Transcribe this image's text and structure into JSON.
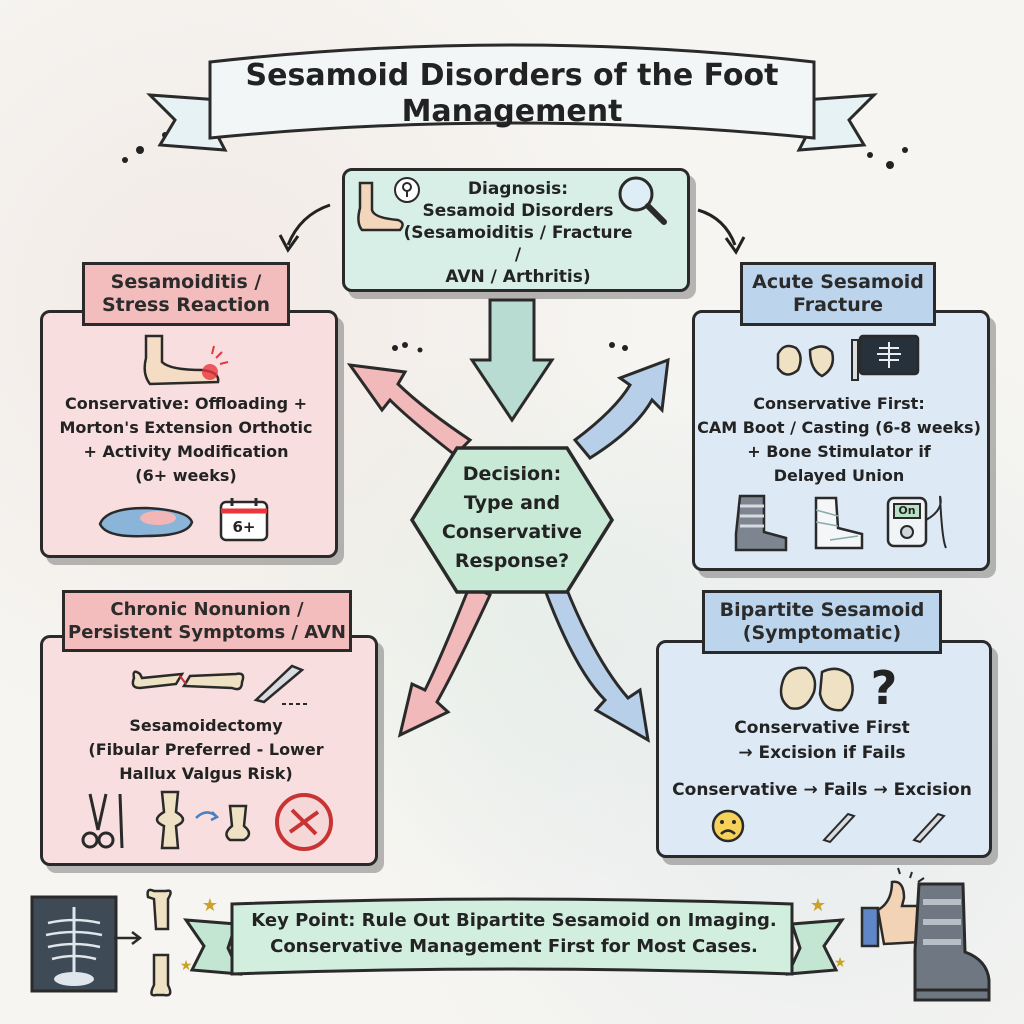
{
  "title": {
    "line1": "Sesamoid Disorders of the Foot",
    "line2": "Management"
  },
  "diagnosis": {
    "label": "Diagnosis:",
    "line1": "Sesamoid Disorders",
    "line2": "(Sesamoiditis / Fracture /",
    "line3": "AVN / Arthritis)"
  },
  "decision": {
    "line1": "Decision:",
    "line2": "Type and",
    "line3": "Conservative",
    "line4": "Response?"
  },
  "sesamoiditis": {
    "title1": "Sesamoiditis /",
    "title2": "Stress Reaction",
    "line1": "Conservative: Offloading +",
    "line2": "Morton's Extension Orthotic",
    "line3": "+ Activity Modification",
    "line4": "(6+ weeks)",
    "calendar_label": "6+"
  },
  "fracture": {
    "title1": "Acute Sesamoid",
    "title2": "Fracture",
    "line1": "Conservative First:",
    "line2": "CAM Boot / Casting (6-8 weeks)",
    "line3": "+ Bone Stimulator if",
    "line4": "Delayed Union",
    "stim_label": "On"
  },
  "chronic": {
    "title1": "Chronic Nonunion /",
    "title2": "Persistent Symptoms / AVN",
    "line1": "Sesamoidectomy",
    "line2": "(Fibular Preferred - Lower",
    "line3": "Hallux Valgus Risk)"
  },
  "bipartite": {
    "title1": "Bipartite Sesamoid",
    "title2": "(Symptomatic)",
    "line1": "Conservative First",
    "line2": "→ Excision if Fails",
    "flow": "Conservative → Fails → Excision",
    "question": "?"
  },
  "keypoint": {
    "line1": "Key Point: Rule Out Bipartite Sesamoid on Imaging.",
    "line2": "Conservative Management First for Most Cases."
  },
  "colors": {
    "pink": "#f3bdbd",
    "blue": "#bcd5ec",
    "green": "#cdebdc",
    "outline": "#2a2a2a"
  },
  "icons": [
    "foot-icon",
    "magnifier-icon",
    "keyhole-icon",
    "red-foot-icon",
    "orthotic-insole-icon",
    "calendar-icon",
    "bone-fragments-icon",
    "xray-monitor-icon",
    "cam-boot-icon",
    "cast-icon",
    "bone-stimulator-icon",
    "broken-bone-icon",
    "scalpel-icon",
    "scissors-icon",
    "joint-icon",
    "no-bone-icon",
    "sad-face-icon",
    "xray-chest-icon",
    "thumbs-up-icon",
    "walking-boot-icon"
  ]
}
